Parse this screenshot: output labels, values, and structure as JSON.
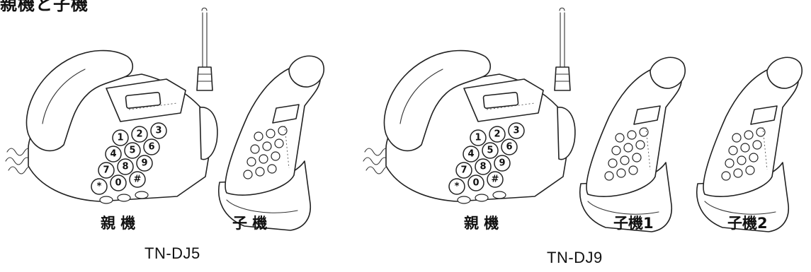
{
  "heading": "親機と子機",
  "groups": [
    {
      "model": "TN-DJ5",
      "labels": [
        "親 機",
        "子 機"
      ]
    },
    {
      "model": "TN-DJ9",
      "labels": [
        "親 機",
        "子機1",
        "子機2"
      ]
    }
  ],
  "base_keys": [
    "1",
    "2",
    "3",
    "4",
    "5",
    "6",
    "7",
    "8",
    "9",
    "*",
    "0",
    "#"
  ]
}
